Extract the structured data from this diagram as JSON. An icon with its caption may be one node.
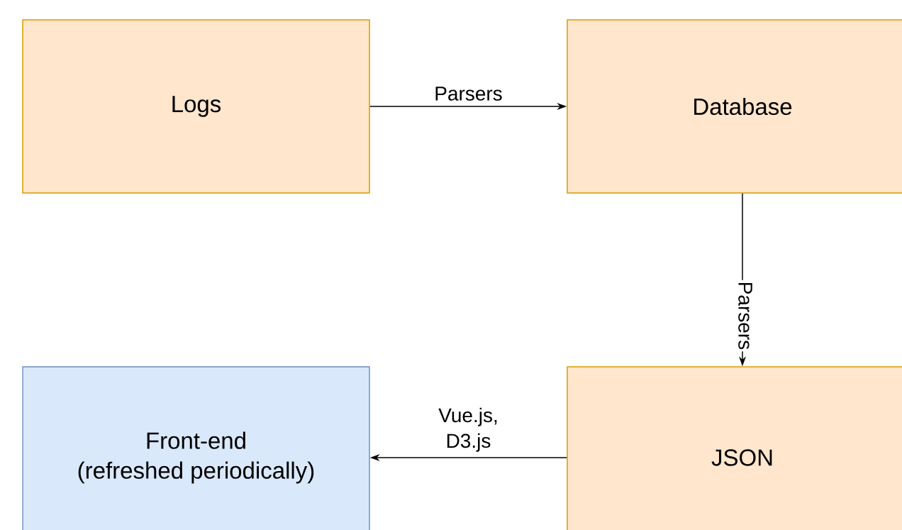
{
  "diagram": {
    "nodes": [
      {
        "text": [
          "Logs"
        ]
      },
      {
        "text": [
          "Database"
        ]
      },
      {
        "text": [
          "JSON"
        ]
      },
      {
        "text": [
          "Front-end",
          "(refreshed periodically)"
        ]
      }
    ],
    "edges": [
      {
        "from": 0,
        "to": 1,
        "arrow": "to",
        "label": "Parsers"
      },
      {
        "from": 1,
        "to": 2,
        "arrow": "to",
        "label": "Parsers"
      },
      {
        "from": 2,
        "to": 3,
        "arrow": "to",
        "label": "Vue.js, D3.js"
      }
    ]
  }
}
